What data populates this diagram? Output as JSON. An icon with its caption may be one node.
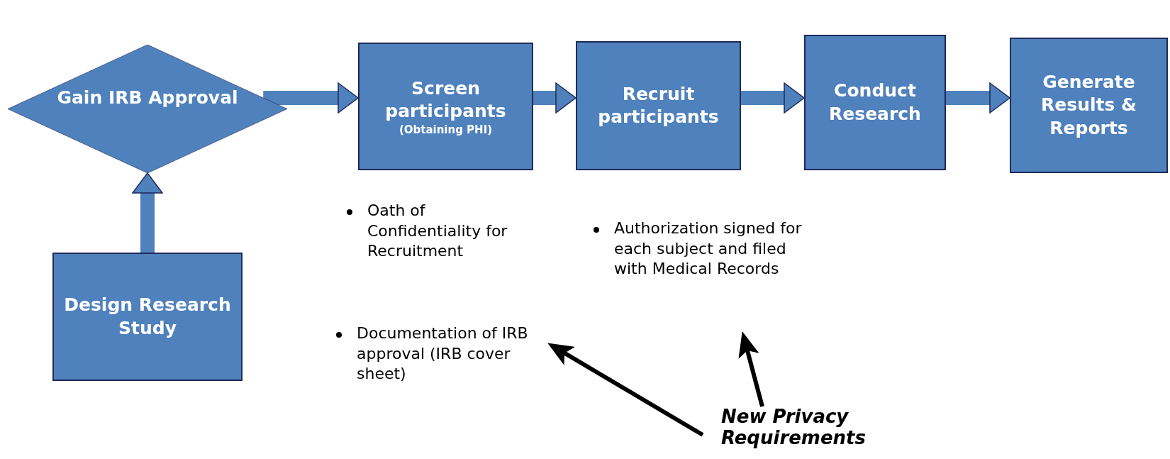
{
  "diagram": {
    "nodes": [
      {
        "text": [
          "Gain IRB Approval"
        ]
      },
      {
        "text": [
          "Screen participants",
          "(Obtaining PHI)"
        ]
      },
      {
        "text": [
          "Recruit participants"
        ]
      },
      {
        "text": [
          "Conduct Research"
        ]
      },
      {
        "text": [
          "Generate Results & Reports"
        ]
      },
      {
        "text": [
          "Design Research Study"
        ]
      },
      {
        "text": [
          "Authorization signed for each subject and filed with Medical Records"
        ]
      },
      {
        "text": [
          "Documentation of IRB approval (IRB cover sheet)"
        ]
      },
      {
        "text": [
          "New Privacy Requirements"
        ]
      }
    ],
    "edges": [
      {
        "from": 0,
        "to": 1,
        "arrow": "to"
      },
      {
        "from": 1,
        "to": 2,
        "arrow": "to"
      },
      {
        "from": 2,
        "to": 3,
        "arrow": "to"
      },
      {
        "from": 3,
        "to": 4,
        "arrow": "to"
      },
      {
        "from": 5,
        "to": 0,
        "arrow": "to"
      },
      {
        "from": 8,
        "to": 7,
        "arrow": "to",
        "color": "#000000"
      },
      {
        "from": 8,
        "to": 6,
        "arrow": "to",
        "color": "#000000"
      }
    ],
    "labels": [
      "Oath of Confidentiality for Recruitment"
    ]
  }
}
